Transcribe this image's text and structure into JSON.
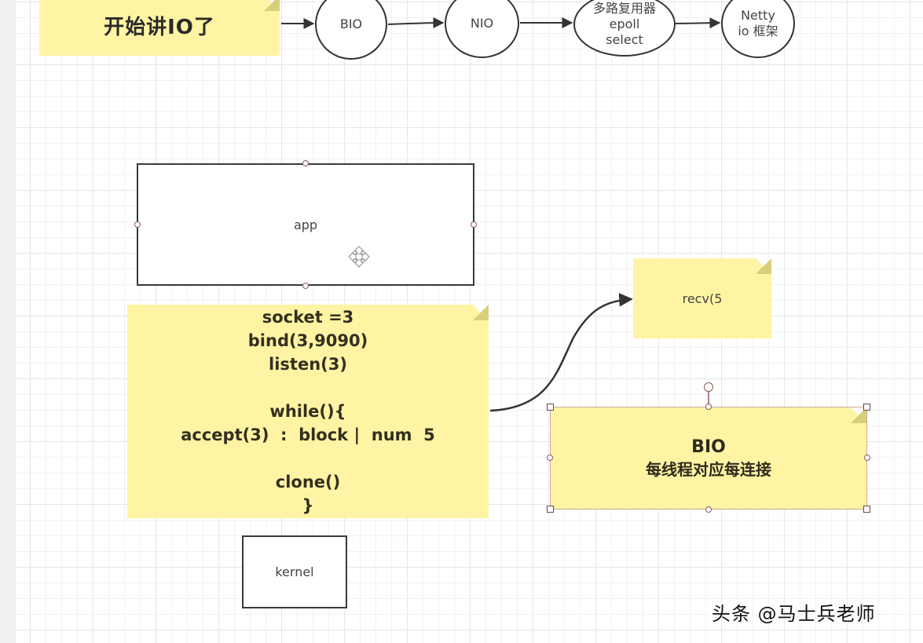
{
  "title_note": {
    "text": "开始讲IO了"
  },
  "flow": {
    "nodes": [
      {
        "id": "bio",
        "lines": [
          "BIO"
        ]
      },
      {
        "id": "nio",
        "lines": [
          "NIO"
        ]
      },
      {
        "id": "multiplexer",
        "lines": [
          "多路复用器",
          "epoll",
          "select"
        ]
      },
      {
        "id": "netty",
        "lines": [
          "Netty",
          "io 框架"
        ]
      }
    ]
  },
  "app_box": {
    "label": "app"
  },
  "kernel_box": {
    "label": "kernel"
  },
  "code_note": {
    "lines": [
      "socket =3",
      "bind(3,9090)",
      "listen(3)",
      "",
      "while(){",
      "accept(3)  :  block |  num  5",
      "",
      "clone()",
      "}"
    ]
  },
  "recv_note": {
    "text": "recv(5"
  },
  "bio_note": {
    "title": "BIO",
    "subtitle": "每线程对应每连接"
  },
  "watermark": {
    "text": "头条 @马士兵老师"
  },
  "colors": {
    "note_fill": "#fff4a3",
    "note_fold": "#d8cf7a",
    "stroke": "#333333",
    "selection_handle": "#8a5a5a"
  }
}
